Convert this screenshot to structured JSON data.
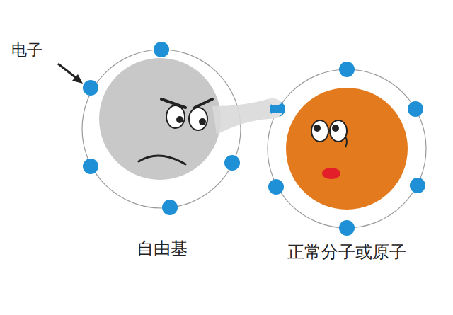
{
  "diagram": {
    "nodes": [
      {
        "text": [
          "自由基"
        ]
      },
      {
        "text": [
          "正常分子或原子"
        ]
      }
    ],
    "labels": [
      "电子"
    ]
  }
}
